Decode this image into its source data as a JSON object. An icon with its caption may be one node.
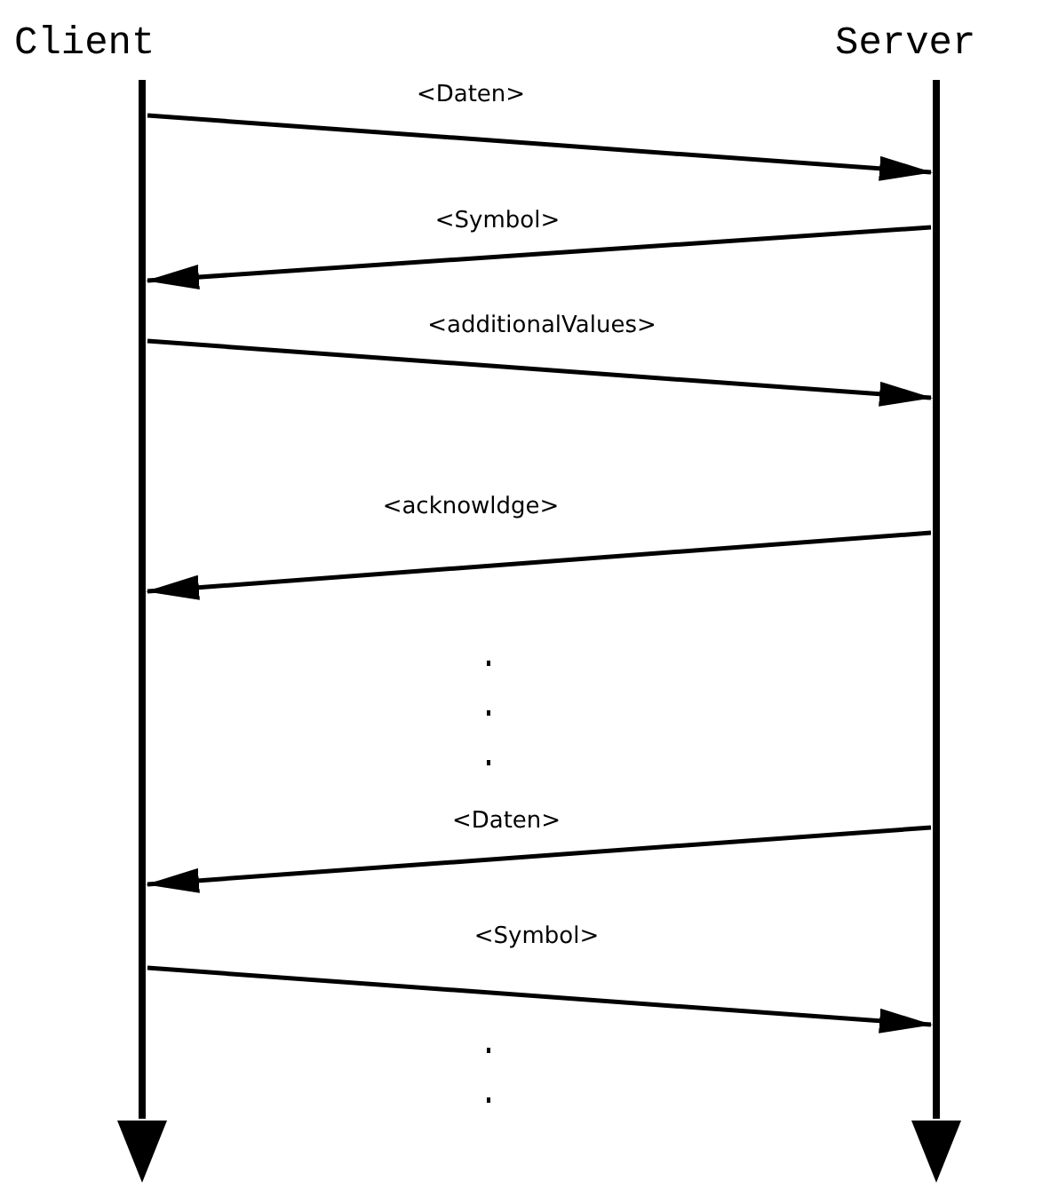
{
  "diagram": {
    "nodes": [
      {
        "text": [
          "Client"
        ]
      },
      {
        "text": [
          "Server"
        ]
      },
      {
        "text": [],
        "shape": "bar"
      },
      {
        "text": [],
        "shape": "bar"
      }
    ],
    "edges": [
      {
        "from": 2,
        "to": 3,
        "arrow": "to",
        "label": "<Daten>"
      },
      {
        "from": 3,
        "to": 2,
        "arrow": "to",
        "label": "<Symbol>"
      },
      {
        "from": 2,
        "to": 3,
        "arrow": "to",
        "label": "<additionalValues>"
      },
      {
        "from": 3,
        "to": 2,
        "arrow": "to",
        "label": "<acknowldge>"
      },
      {
        "from": 3,
        "to": 2,
        "arrow": "to",
        "label": "<Daten>"
      },
      {
        "from": 2,
        "to": 3,
        "arrow": "to",
        "label": "<Symbol>"
      }
    ]
  }
}
